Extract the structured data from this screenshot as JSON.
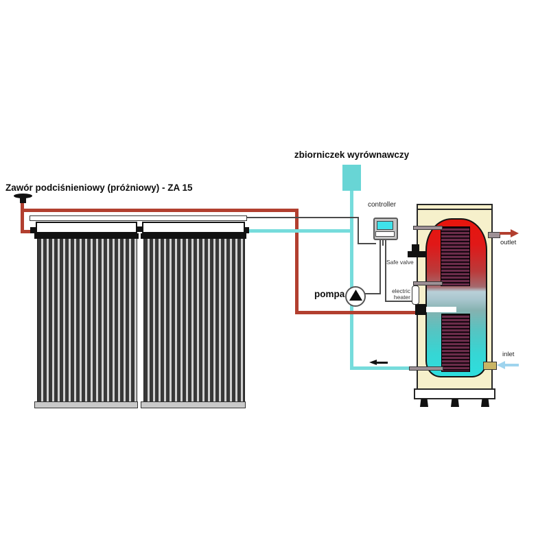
{
  "labels": {
    "vacuum_valve": "Zawór podciśnieniowy (próżniowy) - ZA 15",
    "expansion_tank": "zbiorniczek wyrównawczy",
    "controller": "controller",
    "safe_valve": "Safe valve",
    "pump": "pompa",
    "electric_heater_line1": "electric",
    "electric_heater_line2": "heater",
    "outlet": "outlet",
    "inlet": "inlet"
  },
  "colors": {
    "hot_pipe": "#b23f2f",
    "cold_pipe": "#76dcdc",
    "expansion_tank_fill": "#68d5d5",
    "controller_screen": "#3fe2ea",
    "tank_shell": "#f6f0cb",
    "tank_hot_top": "#e8150c",
    "tank_cold_bottom": "#2edede",
    "coil_stripe": "#6b2c4a",
    "inlet_arrow": "#9fd4ee"
  }
}
